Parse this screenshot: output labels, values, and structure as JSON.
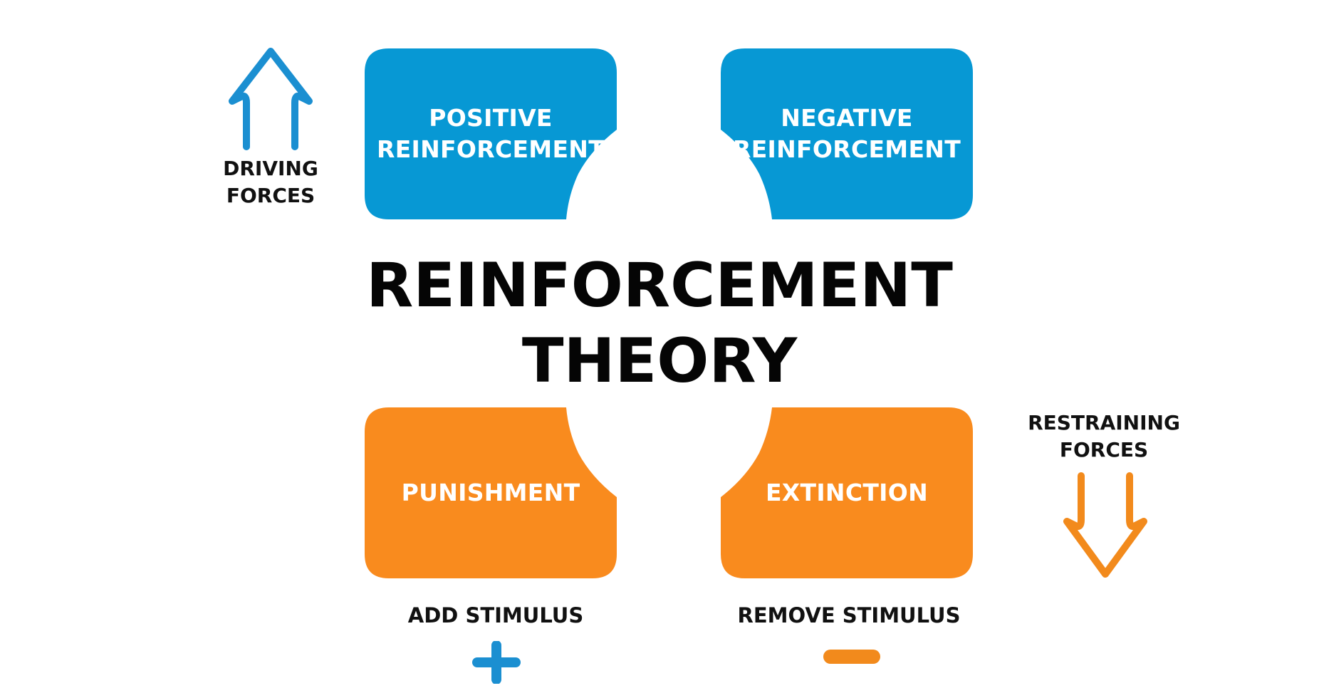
{
  "title": {
    "line1": "REINFORCEMENT",
    "line2": "THEORY"
  },
  "driving_forces": {
    "line1": "DRIVING",
    "line2": "FORCES",
    "icon": "up-arrow-outline-icon",
    "color": "#1b8fd1"
  },
  "restraining_forces": {
    "line1": "RESTRAINING",
    "line2": "FORCES",
    "icon": "down-arrow-outline-icon",
    "color": "#f28a1c"
  },
  "quadrants": [
    {
      "line1": "POSITIVE",
      "line2": "REINFORCEMENT",
      "color": "#0798d4"
    },
    {
      "line1": "NEGATIVE",
      "line2": "REINFORCEMENT",
      "color": "#0798d4"
    },
    {
      "line1": "PUNISHMENT",
      "line2": "",
      "color": "#f98b1e"
    },
    {
      "line1": "EXTINCTION",
      "line2": "",
      "color": "#f98b1e"
    }
  ],
  "stimulus": {
    "add": {
      "label": "ADD STIMULUS",
      "icon": "plus-icon",
      "color": "#1b8fd1"
    },
    "remove": {
      "label": "REMOVE STIMULUS",
      "icon": "minus-icon",
      "color": "#f28a1c"
    }
  }
}
